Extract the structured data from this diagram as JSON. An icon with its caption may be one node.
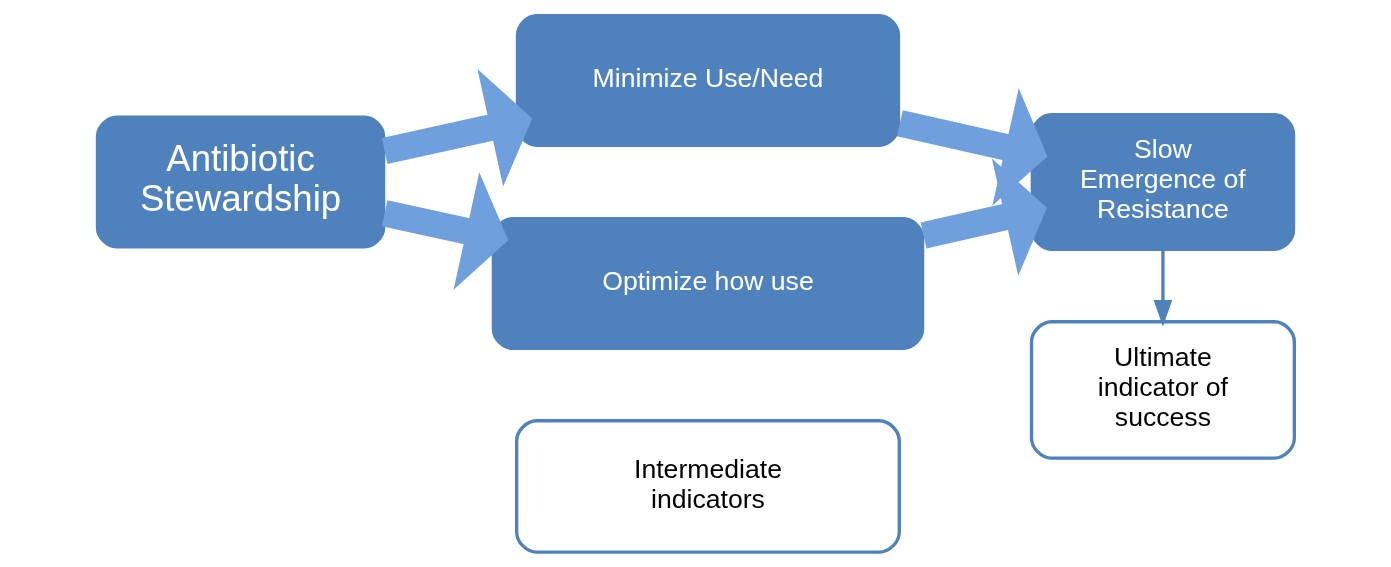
{
  "diagram": {
    "nodes": [
      {
        "text": [
          "Antibiotic Stewardship"
        ]
      },
      {
        "text": [
          "Minimize Use/Need"
        ]
      },
      {
        "text": [
          "Optimize how use"
        ]
      },
      {
        "text": [
          "Slow Emergence of Resistance"
        ]
      },
      {
        "text": [
          "Intermediate indicators"
        ]
      },
      {
        "text": [
          "Ultimate indicator of success"
        ]
      }
    ],
    "edges": [
      {
        "from": 0,
        "to": 1,
        "arrow": "to"
      },
      {
        "from": 0,
        "to": 2,
        "arrow": "to"
      },
      {
        "from": 1,
        "to": 3,
        "arrow": "to"
      },
      {
        "from": 2,
        "to": 3,
        "arrow": "to"
      },
      {
        "from": 3,
        "to": 5,
        "arrow": "to",
        "color": "#4f81bd"
      }
    ]
  }
}
